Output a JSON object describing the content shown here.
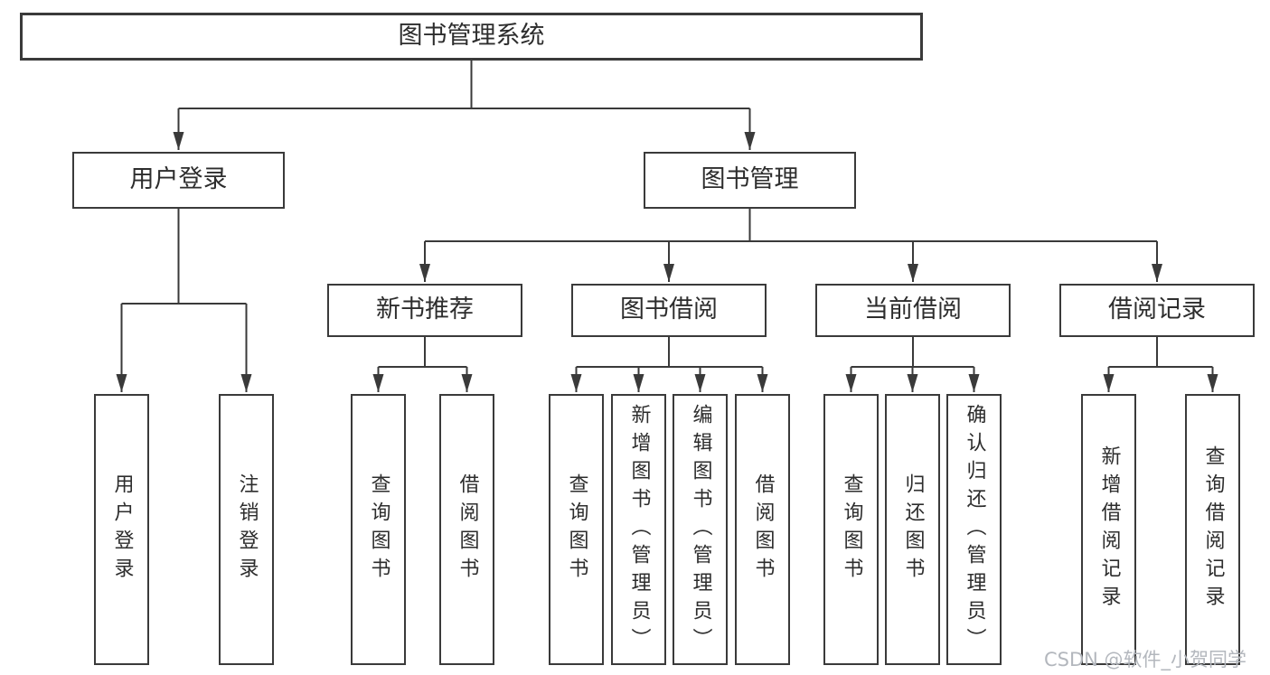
{
  "diagram": {
    "root": {
      "label": "图书管理系统"
    },
    "level2": [
      {
        "label": "用户登录"
      },
      {
        "label": "图书管理"
      }
    ],
    "level3": [
      {
        "label": "新书推荐"
      },
      {
        "label": "图书借阅"
      },
      {
        "label": "当前借阅"
      },
      {
        "label": "借阅记录"
      }
    ],
    "leaves": {
      "user_login": [
        "用户登录",
        "注销登录"
      ],
      "new_books": [
        "查询图书",
        "借阅图书"
      ],
      "book_borrowing": [
        "查询图书",
        "新增图书（管理员）",
        "编辑图书（管理员）",
        "借阅图书"
      ],
      "current_borrowing": [
        "查询图书",
        "归还图书",
        "确认归还（管理员）"
      ],
      "borrowing_records": [
        "新增借阅记录",
        "查询借阅记录"
      ]
    }
  },
  "watermark": {
    "text": "CSDN @软件_小贺同学"
  },
  "colors": {
    "line": "#3a3a3a",
    "box_border": "#3a3a3a",
    "text": "#2d2d2d",
    "watermark": "#b3b7bd",
    "background": "#ffffff"
  }
}
